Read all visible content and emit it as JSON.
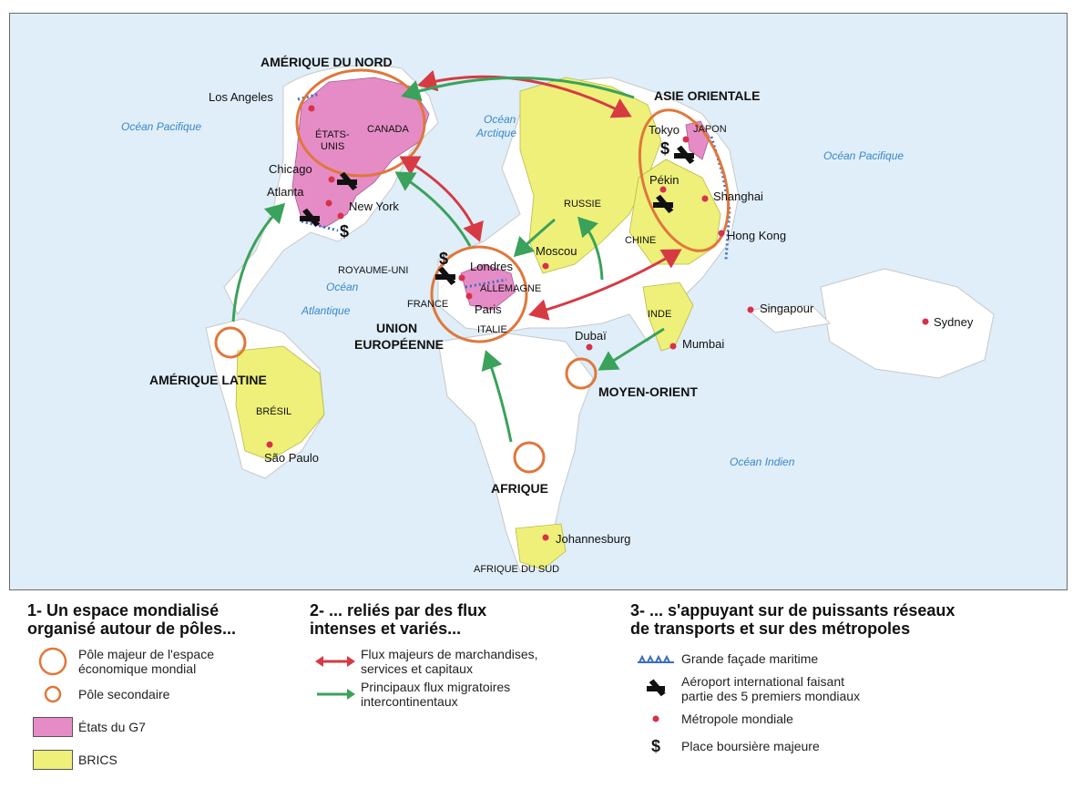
{
  "map": {
    "regions": {
      "north_america": "AMÉRIQUE DU NORD",
      "east_asia": "ASIE ORIENTALE",
      "eu_line1": "UNION",
      "eu_line2": "EUROPÉENNE",
      "latin_america": "AMÉRIQUE LATINE",
      "middle_east": "MOYEN-ORIENT",
      "africa": "AFRIQUE"
    },
    "countries": {
      "usa_line1": "ÉTATS-",
      "usa_line2": "UNIS",
      "canada": "CANADA",
      "japan": "JAPON",
      "russia": "RUSSIE",
      "china": "CHINE",
      "uk": "ROYAUME-UNI",
      "germany": "ALLEMAGNE",
      "france": "FRANCE",
      "italy": "ITALIE",
      "india": "INDE",
      "brazil": "BRÉSIL",
      "south_africa": "AFRIQUE DU SUD"
    },
    "cities": {
      "los_angeles": "Los Angeles",
      "chicago": "Chicago",
      "atlanta": "Atlanta",
      "new_york": "New York",
      "tokyo": "Tokyo",
      "pekin": "Pékin",
      "shanghai": "Shanghai",
      "hong_kong": "Hong Kong",
      "moscou": "Moscou",
      "londres": "Londres",
      "paris": "Paris",
      "dubai": "Dubaï",
      "mumbai": "Mumbai",
      "singapour": "Singapour",
      "sydney": "Sydney",
      "sao_paulo": "São Paulo",
      "johannesburg": "Johannesburg"
    },
    "oceans": {
      "pacific_west": "Océan Pacifique",
      "pacific_east": "Océan Pacifique",
      "arctic_line1": "Océan",
      "arctic_line2": "Arctique",
      "atlantic_line1": "Océan",
      "atlantic_line2": "Atlantique",
      "indian": "Océan Indien"
    },
    "colors": {
      "ocean": "#dfeef9",
      "land": "#ffffff",
      "g7": "#e58cc6",
      "brics": "#eef07a",
      "pole": "#e0773a",
      "trade_flow": "#d63a43",
      "migration_flow": "#3aa25a",
      "metropole": "#d8314a",
      "coast": "#3b6fc2"
    }
  },
  "legend": {
    "col1": {
      "title_line1": "1- Un espace mondialisé",
      "title_line2": "organisé autour de pôles...",
      "items": [
        {
          "line1": "Pôle majeur de l'espace",
          "line2": "économique mondial"
        },
        {
          "line1": "Pôle secondaire",
          "line2": ""
        },
        {
          "line1": "États du G7",
          "line2": ""
        },
        {
          "line1": "BRICS",
          "line2": ""
        }
      ]
    },
    "col2": {
      "title_line1": "2- ... reliés par des flux",
      "title_line2": "intenses et variés...",
      "items": [
        {
          "line1": "Flux majeurs de marchandises,",
          "line2": "services et capitaux"
        },
        {
          "line1": "Principaux flux migratoires",
          "line2": "intercontinentaux"
        }
      ]
    },
    "col3": {
      "title_line1": "3- ... s'appuyant sur de puissants réseaux",
      "title_line2": "de transports et sur des métropoles",
      "items": [
        {
          "line1": "Grande façade maritime",
          "line2": ""
        },
        {
          "line1": "Aéroport international faisant",
          "line2": "partie des 5 premiers mondiaux"
        },
        {
          "line1": "Métropole mondiale",
          "line2": ""
        },
        {
          "line1": "Place boursière majeure",
          "line2": ""
        }
      ]
    }
  }
}
